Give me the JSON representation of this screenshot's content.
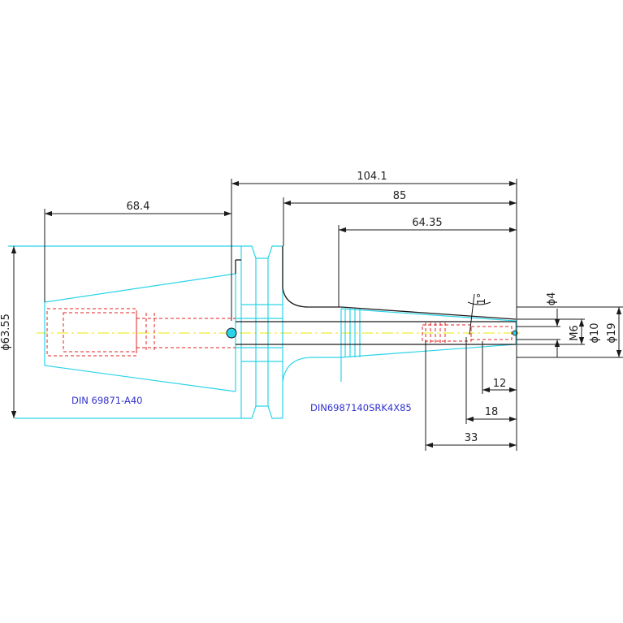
{
  "colors": {
    "outline": "#2ad4e8",
    "dark": "#1a1a1a",
    "hidden": "#e02020",
    "center": "#e8e800",
    "label": "#3030d0"
  },
  "dimensions": {
    "total_length": "104.1",
    "shank_length": "85",
    "taper_length": "64.35",
    "cone_length": "68.4",
    "flange_dia": "ϕ63.55",
    "tip_dia": "ϕ4",
    "thread": "M6",
    "bore_dia": "ϕ10",
    "nose_dia": "ϕ19",
    "angle": "1°",
    "d12": "12",
    "d18": "18",
    "d33": "33"
  },
  "labels": {
    "holder_standard": "DIN 69871-A40",
    "tool_code": "DIN6987140SRK4X85"
  }
}
